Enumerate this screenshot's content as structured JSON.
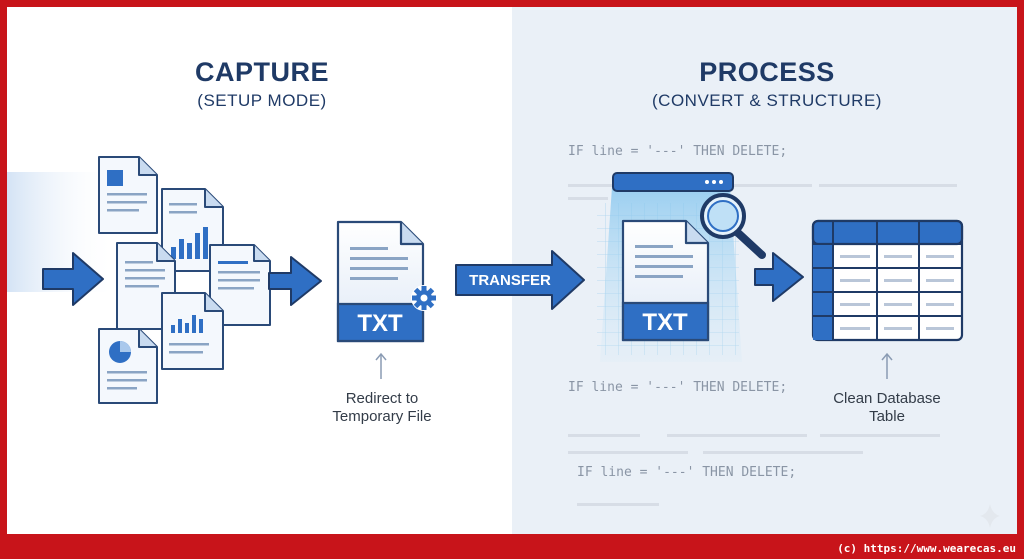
{
  "capture": {
    "title": "CAPTURE",
    "subtitle": "(SETUP MODE)"
  },
  "process": {
    "title": "PROCESS",
    "subtitle": "(CONVERT & STRUCTURE)"
  },
  "steps": {
    "txt_label_left": "TXT",
    "transfer_label": "TRANSFER",
    "txt_label_right": "TXT",
    "redirect_caption_1": "Redirect to",
    "redirect_caption_2": "Temporary File",
    "table_caption_1": "Clean Database",
    "table_caption_2": "Table"
  },
  "code_lines": [
    "IF line = '---' THEN DELETE;",
    "IF line = '---' THEN DELETE;",
    "IF line = '---' THEN DELETE;"
  ],
  "copyright": "(c) https://www.wearecas.eu",
  "colors": {
    "frame": "#c8141a",
    "accent_blue": "#2f6fc4",
    "dark_navy": "#1f3a66",
    "light_blue_bg": "#eaf0f7"
  },
  "icons": [
    "document-icon",
    "arrow-right-icon",
    "txt-file-icon",
    "gear-icon",
    "magnifier-icon",
    "database-table-icon",
    "scanner-icon"
  ]
}
